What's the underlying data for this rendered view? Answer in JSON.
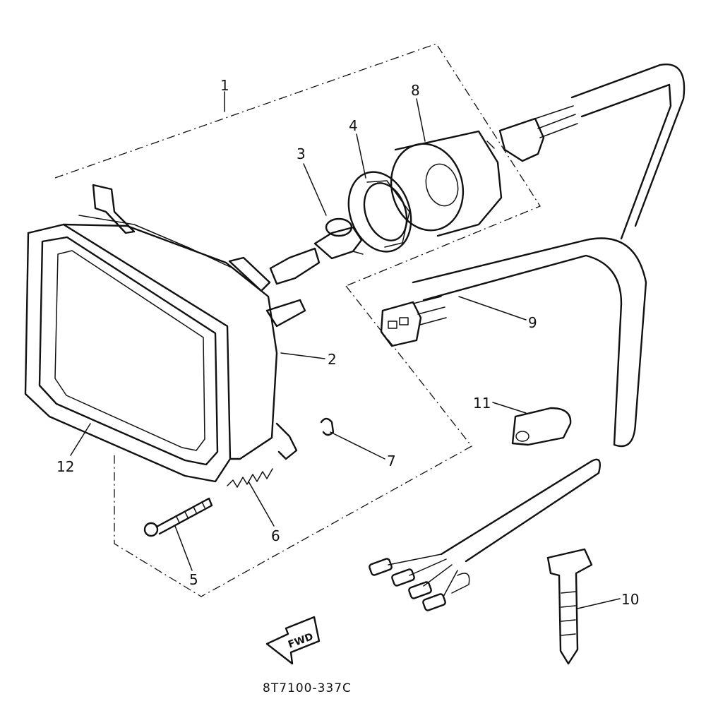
{
  "diagram": {
    "part_labels": [
      "1",
      "2",
      "3",
      "4",
      "5",
      "6",
      "7",
      "8",
      "9",
      "10",
      "11",
      "12"
    ],
    "fwd_label": "FWD",
    "drawing_code": "8T7100-337C"
  }
}
